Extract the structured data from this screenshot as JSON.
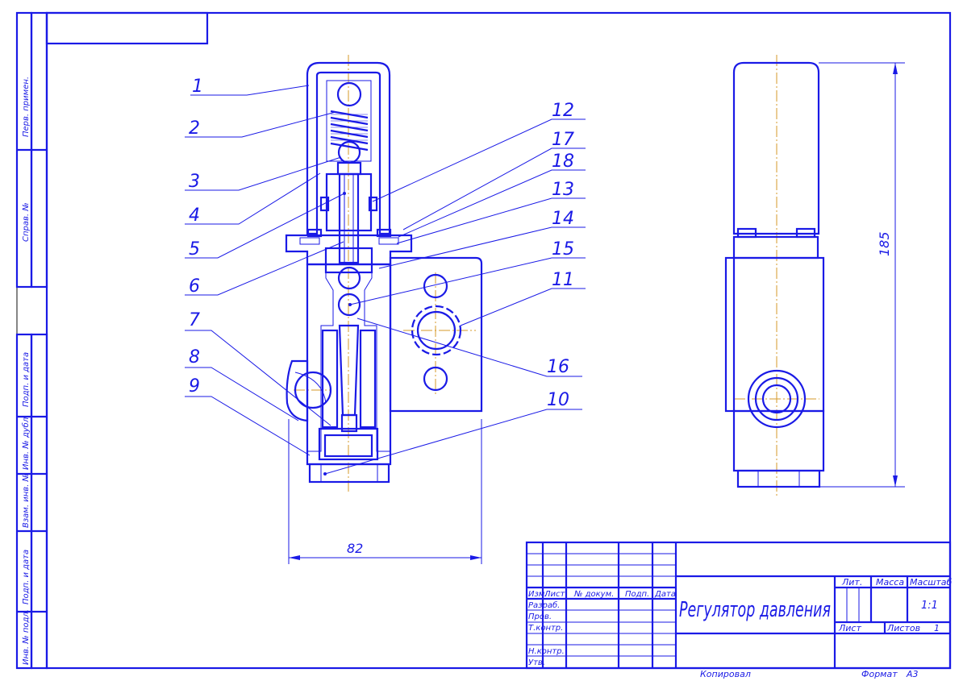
{
  "sheet": {
    "title": "Регулятор давления",
    "format_label": "Формат",
    "format_value": "А3",
    "copied_label": "Копировал"
  },
  "side_stamps": [
    "Перв. примен.",
    "Справ. №",
    "Подп. и дата",
    "Инв. № дубл.",
    "Взам. инв. №",
    "Подп. и дата",
    "Инв. № подл."
  ],
  "callouts": {
    "left": [
      "1",
      "2",
      "3",
      "4",
      "5",
      "6",
      "7",
      "8",
      "9"
    ],
    "right": [
      "12",
      "17",
      "18",
      "13",
      "14",
      "15",
      "11",
      "16",
      "10"
    ]
  },
  "dimensions": {
    "width": "82",
    "height": "185"
  },
  "title_block": {
    "col_izm": "Изм.",
    "col_list": "Лист",
    "col_doc": "№ докум.",
    "col_sign": "Подп.",
    "col_date": "Дата",
    "row_razrab": "Разраб.",
    "row_prov": "Пров.",
    "row_tkontr": "Т.контр.",
    "row_nkontr": "Н.контр.",
    "row_utv": "Утв.",
    "lit_label": "Лит.",
    "mass_label": "Масса",
    "scale_label": "Масштаб",
    "scale_value": "1:1",
    "sheet_label": "Лист",
    "sheets_label": "Листов",
    "sheets_value": "1"
  }
}
